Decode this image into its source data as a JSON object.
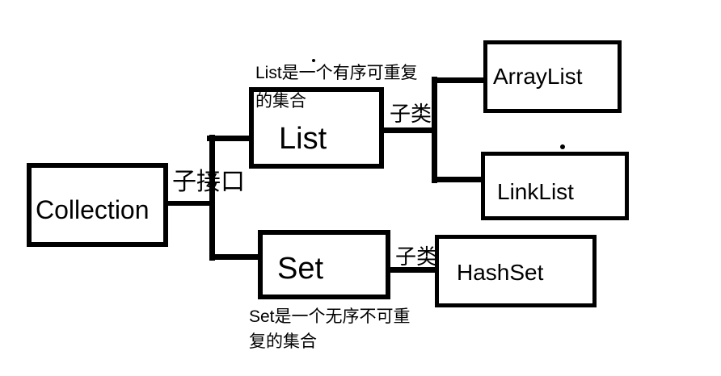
{
  "diagram": {
    "description": "Java Collection hierarchy hand-drawn diagram",
    "colors": {
      "background": "#ffffff",
      "line": "#000000",
      "text": "#000000"
    },
    "nodes": {
      "collection": {
        "label": "Collection"
      },
      "list": {
        "label": "List"
      },
      "set": {
        "label": "Set"
      },
      "arraylist": {
        "label": "ArrayList"
      },
      "linklist": {
        "label": "LinkList"
      },
      "hashset": {
        "label": "HashSet"
      }
    },
    "edges": {
      "collection_to_list_set": {
        "label": "子接口"
      },
      "list_to_children": {
        "label": "子类"
      },
      "set_to_children": {
        "label": "子类"
      }
    },
    "annotations": {
      "list_note_line1": "List是一个有序可重复",
      "list_note_line2": "的集合",
      "set_note_line1": "Set是一个无序不可重",
      "set_note_line2": "复的集合"
    }
  }
}
